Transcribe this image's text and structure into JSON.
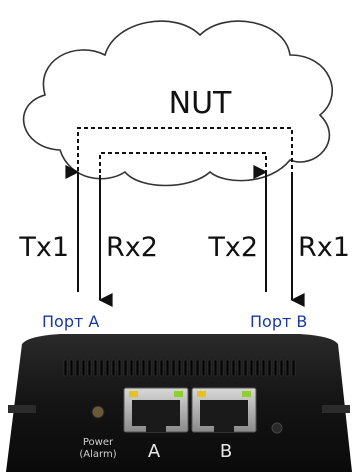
{
  "cloud": {
    "label": "NUT"
  },
  "signals": {
    "tx1": "Tx1",
    "rx2": "Rx2",
    "tx2": "Tx2",
    "rx1": "Rx1"
  },
  "ports": {
    "a": "Порт A",
    "b": "Порт B"
  },
  "device": {
    "power_label_line1": "Power",
    "power_label_line2": "(Alarm)",
    "jack_a": "A",
    "jack_b": "B"
  },
  "colors": {
    "port_label": "#1a3a9c",
    "device_body": "#151515",
    "led_yellow": "#e6c21a",
    "led_green": "#8fd12a",
    "text": "#111111"
  }
}
